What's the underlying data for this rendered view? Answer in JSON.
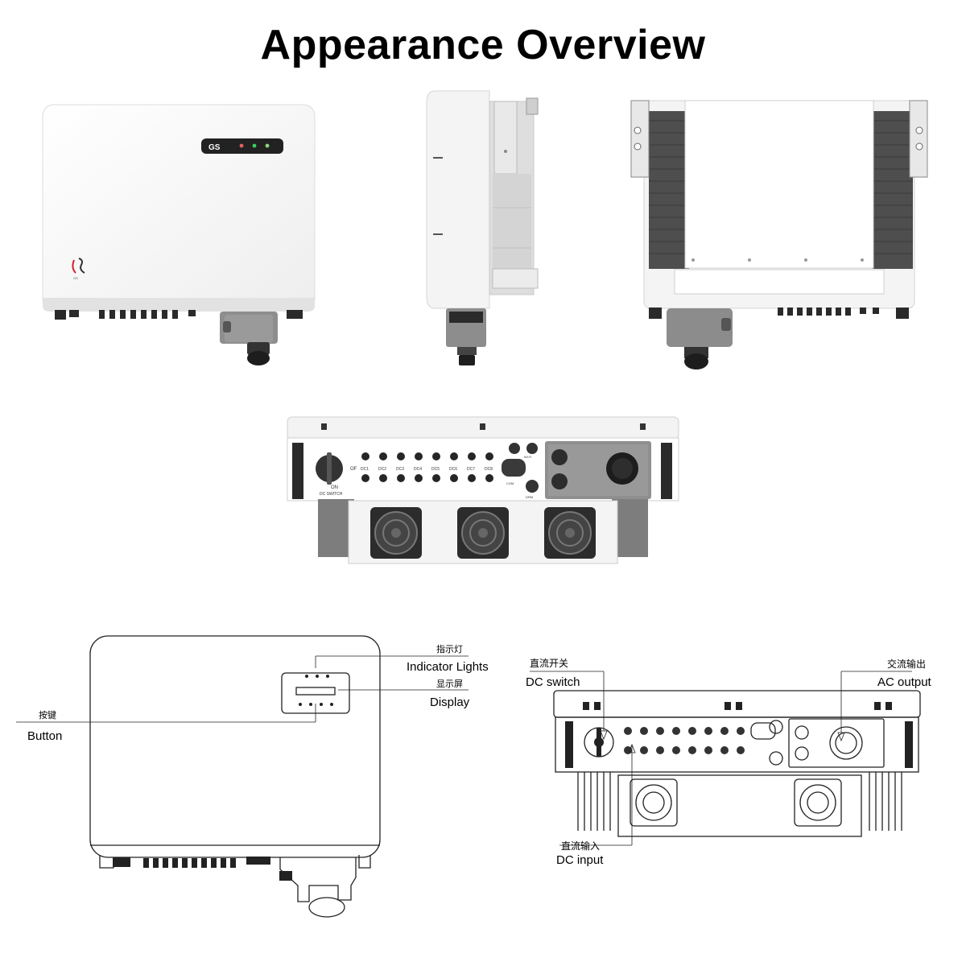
{
  "page": {
    "title": "Appearance Overview"
  },
  "front_view": {
    "logo_text": "GS",
    "brand_mark": "GS"
  },
  "bottom_view": {
    "dc_switch_off": "OF",
    "dc_switch_on": "ON",
    "dc_switch_caption": "DC SWITCH",
    "dc_ports": [
      "DC1",
      "DC2",
      "DC3",
      "DC4",
      "DC5",
      "DC6",
      "DC7",
      "DC8"
    ],
    "port_wifi": "Wi-Fi",
    "port_com": "COM",
    "port_drm": "DRM"
  },
  "front_diagram": {
    "indicator_lights_cn": "指示灯",
    "indicator_lights_en": "Indicator Lights",
    "display_cn": "显示屏",
    "display_en": "Display",
    "button_cn": "按键",
    "button_en": "Button"
  },
  "bottom_diagram": {
    "dc_switch_cn": "直流开关",
    "dc_switch_en": "DC switch",
    "ac_output_cn": "交流输出",
    "ac_output_en": "AC output",
    "dc_input_cn": "直流输入",
    "dc_input_en": "DC input"
  }
}
